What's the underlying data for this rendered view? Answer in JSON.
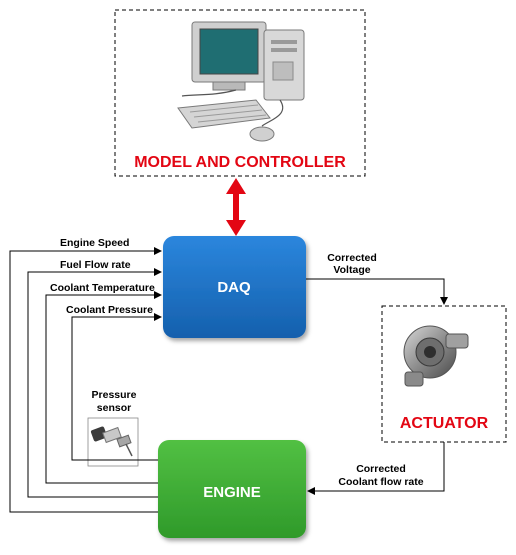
{
  "model_controller": {
    "label": "MODEL AND CONTROLLER",
    "icon": "desktop-computer-icon"
  },
  "daq": {
    "label": "DAQ",
    "fill": "#1a73c8"
  },
  "engine": {
    "label": "ENGINE",
    "fill": "#3aa935"
  },
  "actuator": {
    "label": "ACTUATOR",
    "icon": "water-pump-icon"
  },
  "pressure_sensor": {
    "label_line1": "Pressure",
    "label_line2": "sensor",
    "icon": "pressure-transducer-icon"
  },
  "signals": {
    "engine_speed": "Engine Speed",
    "fuel_flow_rate": "Fuel Flow rate",
    "coolant_temperature": "Coolant Temperature",
    "coolant_pressure": "Coolant Pressure",
    "corrected_voltage_line1": "Corrected",
    "corrected_voltage_line2": "Voltage",
    "corrected_flow_line1": "Corrected",
    "corrected_flow_line2": "Coolant flow rate"
  },
  "colors": {
    "accent_red": "#e30613",
    "daq_blue": "#1a73c8",
    "engine_green": "#3aa935"
  }
}
